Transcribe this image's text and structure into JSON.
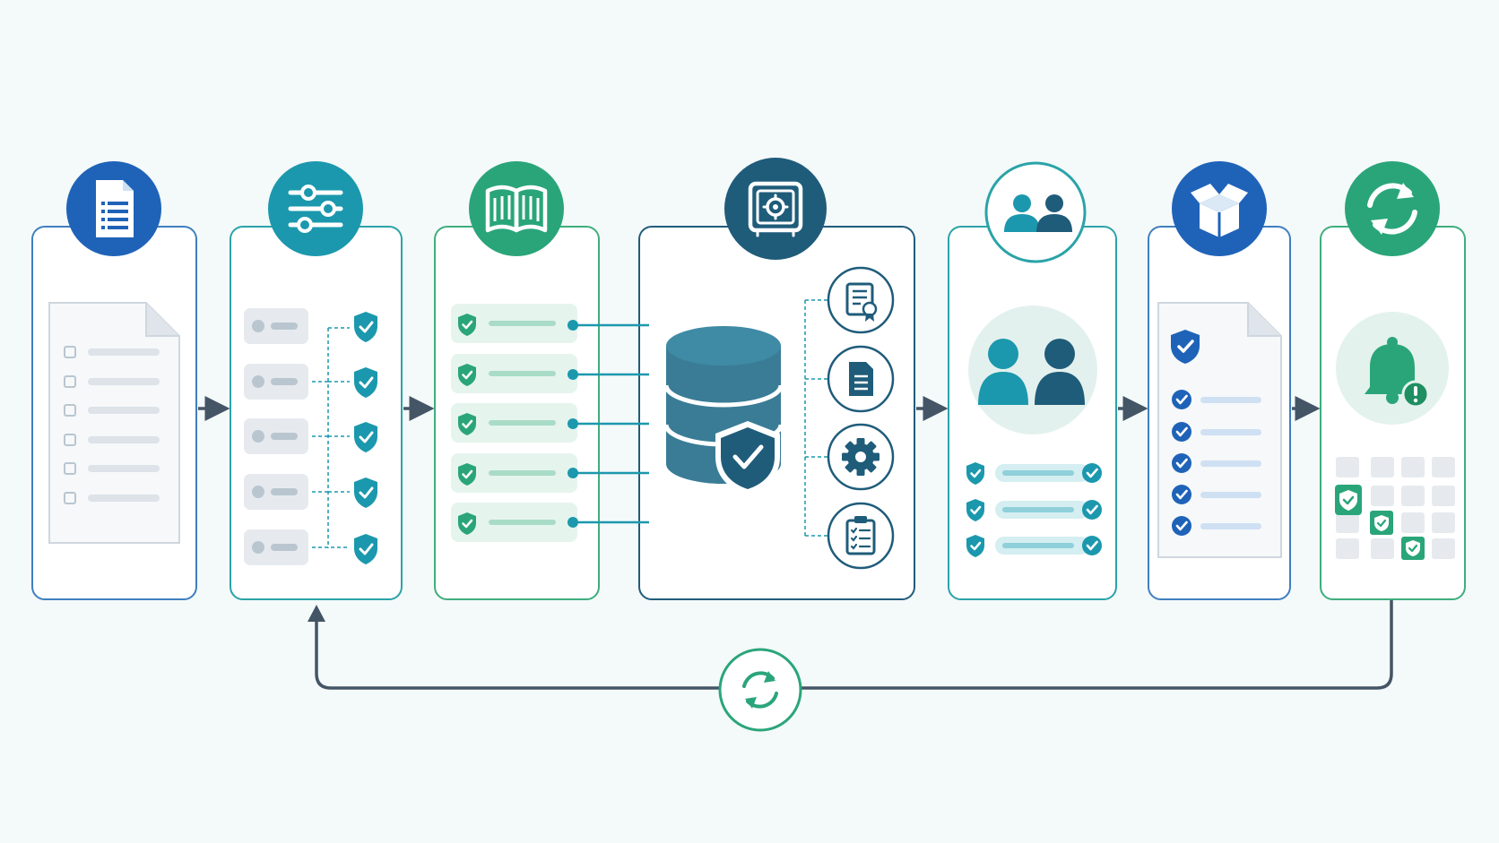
{
  "colors": {
    "background": "#f4f9f9",
    "blue": "#1f63b8",
    "teal": "#1b98ad",
    "green": "#2aa57a",
    "navy": "#1f5c7a",
    "arrow": "#445566",
    "panel_border_blue": "#3f7fbf",
    "panel_border_teal": "#2aa3a8",
    "panel_border_green": "#3fae7e",
    "muted": "#e6eaee",
    "muted_bar": "#b9c6d0"
  },
  "stages": [
    {
      "icon": "document-list-icon",
      "color": "blue"
    },
    {
      "icon": "sliders-icon",
      "color": "teal"
    },
    {
      "icon": "open-book-icon",
      "color": "green"
    },
    {
      "icon": "safe-vault-icon",
      "color": "navy"
    },
    {
      "icon": "users-icon",
      "color": "teal"
    },
    {
      "icon": "package-box-icon",
      "color": "blue"
    },
    {
      "icon": "sync-icon",
      "color": "green"
    }
  ],
  "vault_side_icons": [
    "certificate-icon",
    "document-icon",
    "gear-icon",
    "clipboard-checklist-icon"
  ],
  "feedback_loop": {
    "icon": "refresh-cycle-icon"
  }
}
